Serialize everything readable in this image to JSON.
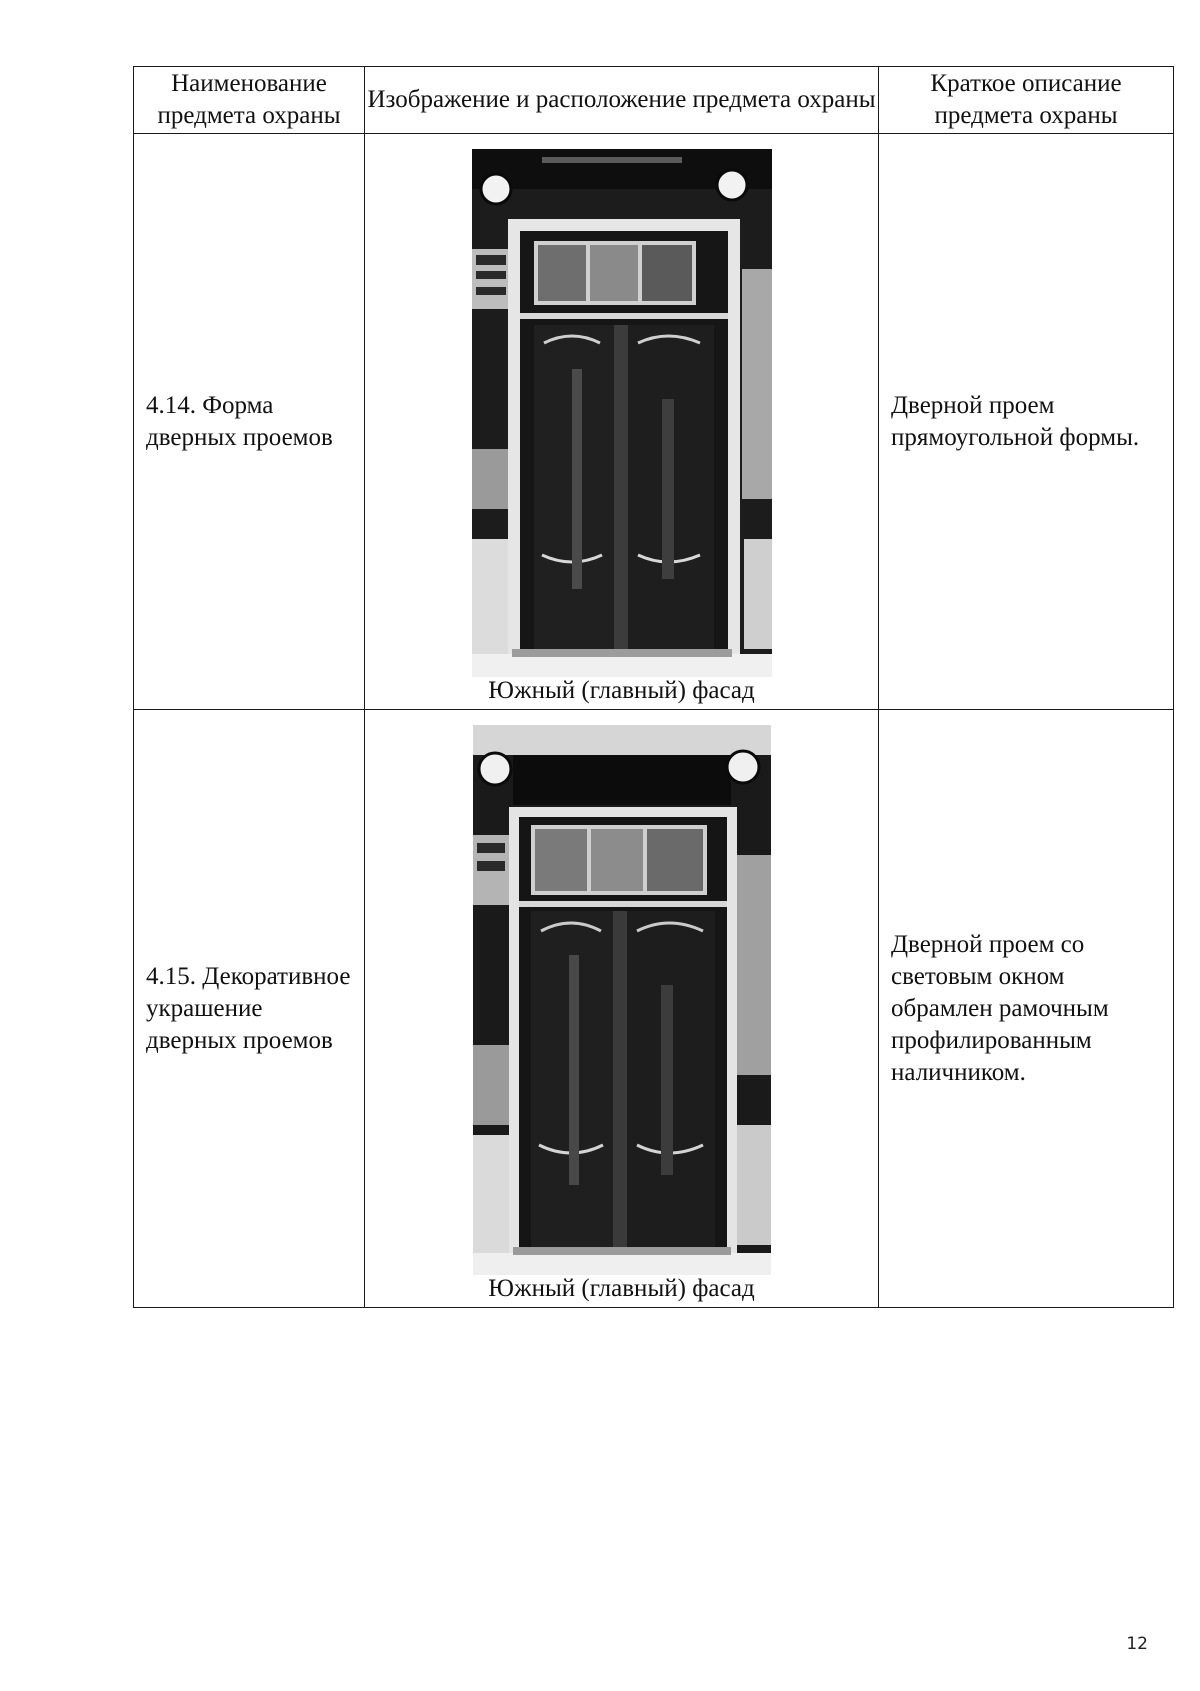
{
  "table": {
    "headers": [
      "Наименование предмета охраны",
      "Изображение и расположение предмета охраны",
      "Краткое описание предмета охраны"
    ],
    "rows": [
      {
        "name": "4.14. Форма дверных проемов",
        "image_icon": "door-photo-icon",
        "caption": "Южный (главный) фасад",
        "description": "Дверной проем прямоугольной формы."
      },
      {
        "name": "4.15. Декоративное украшение дверных проемов",
        "image_icon": "door-photo-icon",
        "caption": "Южный (главный) фасад",
        "description": "Дверной проем со световым окном обрамлен рамочным профилированным наличником."
      }
    ]
  },
  "page_number": "12",
  "colors": {
    "ink": "#111111",
    "photo_dark": "#141414",
    "photo_light": "#e8e8e8"
  }
}
